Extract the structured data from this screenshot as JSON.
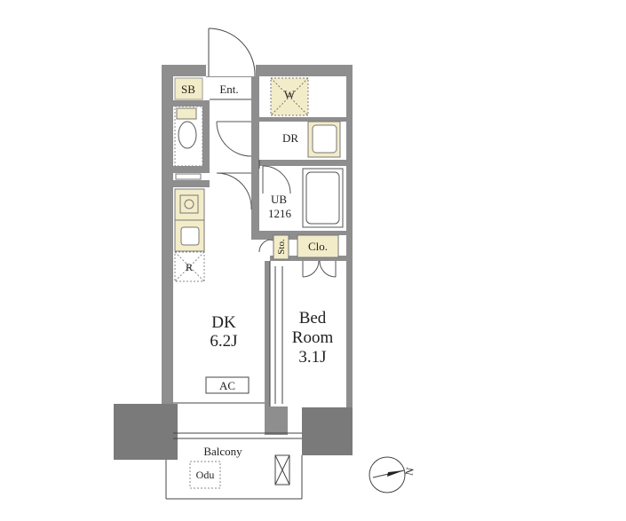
{
  "rooms": {
    "sb": "SB",
    "entrance": "Ent.",
    "washer": "W",
    "dressing_room": "DR",
    "unit_bath": {
      "line1": "UB",
      "line2": "1216"
    },
    "storage": "Sto.",
    "closet": "Clo.",
    "refrigerator": "R",
    "dining_kitchen": {
      "line1": "DK",
      "line2": "6.2J"
    },
    "bedroom": {
      "line1": "Bed",
      "line2": "Room",
      "line3": "3.1J"
    },
    "air_conditioner": "AC",
    "balcony": "Balcony",
    "outdoor_unit": "Odu"
  },
  "compass": {
    "north": "N"
  },
  "colors": {
    "wall": "#8e8e8e",
    "wall_dark": "#7a7a7a",
    "line": "#444444",
    "fixture_fill": "#f3ecc8",
    "background": "#ffffff"
  }
}
